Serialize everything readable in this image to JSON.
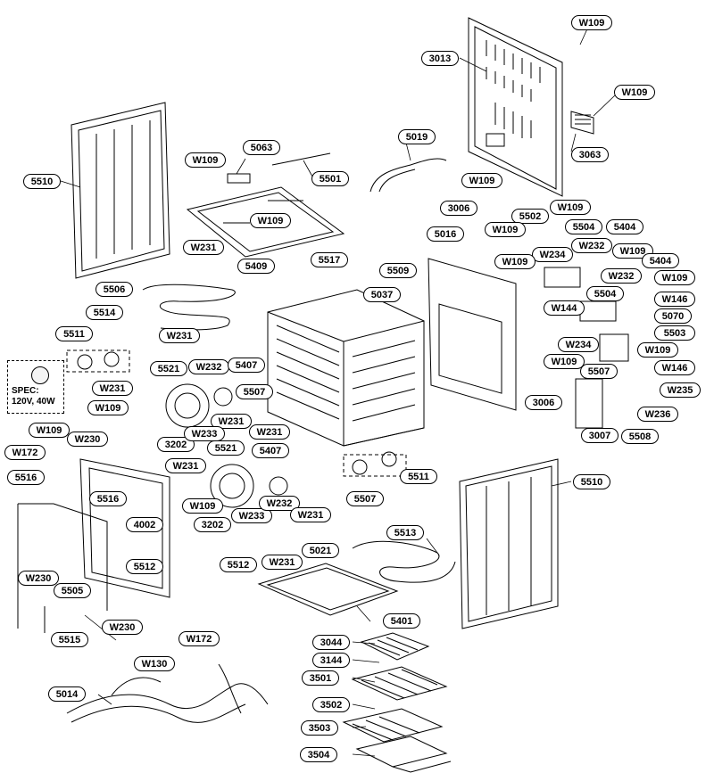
{
  "spec": {
    "line1": "SPEC:",
    "line2": "120V, 40W"
  },
  "labels": {
    "W109_a": "W109",
    "L3013": "3013",
    "W109_b": "W109",
    "L3063": "3063",
    "L5019": "5019",
    "W109_c": "W109",
    "L5063": "5063",
    "L5501": "5501",
    "L5510_a": "5510",
    "W109_d": "W109",
    "L3006_a": "3006",
    "L5502": "5502",
    "W109_e": "W109",
    "L5016": "5016",
    "W109_f": "W109",
    "L5504_a": "5504",
    "L5404_a": "5404",
    "W232_a": "W232",
    "W109_g": "W109",
    "W231_a": "W231",
    "L5409": "5409",
    "L5517": "5517",
    "L5509": "5509",
    "W109_h": "W109",
    "W234_a": "W234",
    "L5404_b": "5404",
    "W232_b": "W232",
    "W109_i": "W109",
    "L5506": "5506",
    "L5037": "5037",
    "L5504_b": "5504",
    "W146_a": "W146",
    "L5514": "5514",
    "W144": "W144",
    "L5070": "5070",
    "L5511_a": "5511",
    "W231_b": "W231",
    "W234_b": "W234",
    "L5503": "5503",
    "W109_j": "W109",
    "L5507_a": "5507",
    "W109_k": "W109",
    "L5521_a": "5521",
    "W232_c": "W232",
    "L5407_a": "5407",
    "W146_b": "W146",
    "W235": "W235",
    "W231_c": "W231",
    "L5507_b": "5507",
    "L3006_b": "3006",
    "W236": "W236",
    "W109_l": "W109",
    "W231_d": "W231",
    "L3202_a": "3202",
    "W233_a": "W233",
    "W231_e": "W231",
    "L3007": "3007",
    "L5508": "5508",
    "W109_m": "W109",
    "W230_a": "W230",
    "L5521_b": "5521",
    "L5407_b": "5407",
    "W172_a": "W172",
    "W231_f": "W231",
    "L5511_b": "5511",
    "L5510_b": "5510",
    "L5516_a": "5516",
    "L5516_b": "5516",
    "W109_n": "W109",
    "L4002": "4002",
    "L3202_b": "3202",
    "W233_b": "W233",
    "W232_d": "W232",
    "L5507_c": "5507",
    "W231_g": "W231",
    "L5513": "5513",
    "L5021": "5021",
    "W231_h": "W231",
    "L5512_a": "5512",
    "L5512_b": "5512",
    "W230_b": "W230",
    "L5505": "5505",
    "L5401": "5401",
    "W230_c": "W230",
    "W172_b": "W172",
    "L5515": "5515",
    "L3044": "3044",
    "W130": "W130",
    "L3144": "3144",
    "L3501": "3501",
    "L5014": "5014",
    "L3502": "3502",
    "L3503": "3503",
    "L3504": "3504"
  }
}
